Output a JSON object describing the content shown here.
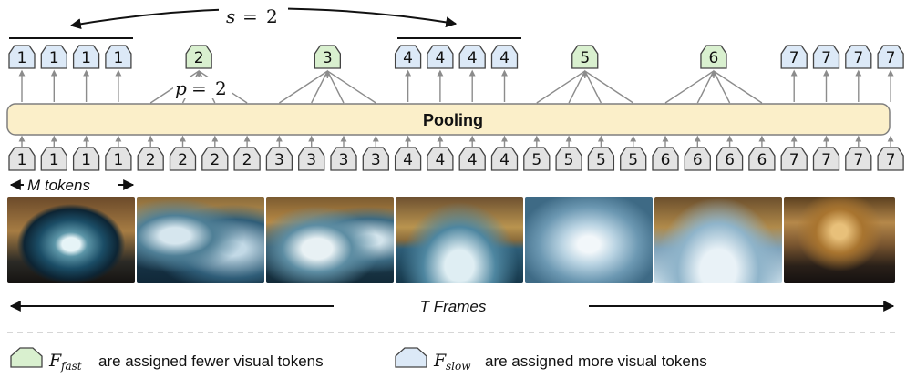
{
  "stride_label": {
    "var": "s",
    "eq": "=",
    "value": "2"
  },
  "pool_label": {
    "var": "p",
    "eq": "=",
    "value": "2"
  },
  "pooling_label": "Pooling",
  "tokens_label": "M tokens",
  "frames_label": "T Frames",
  "colors": {
    "slow_fill": "#dce9f7",
    "fast_fill": "#d9f0cf",
    "input_fill": "#e3e3e3",
    "pool_fill": "#fbefc9",
    "pool_stroke": "#7f7f7f",
    "arrow": "#8c8c8c"
  },
  "input_tokens": [
    "1",
    "1",
    "1",
    "1",
    "2",
    "2",
    "2",
    "2",
    "3",
    "3",
    "3",
    "3",
    "4",
    "4",
    "4",
    "4",
    "5",
    "5",
    "5",
    "5",
    "6",
    "6",
    "6",
    "6",
    "7",
    "7",
    "7",
    "7"
  ],
  "output_groups": [
    {
      "type": "slow",
      "labels": [
        "1",
        "1",
        "1",
        "1"
      ]
    },
    {
      "type": "fast",
      "labels": [
        "2"
      ]
    },
    {
      "type": "fast",
      "labels": [
        "3"
      ]
    },
    {
      "type": "slow",
      "labels": [
        "4",
        "4",
        "4",
        "4"
      ]
    },
    {
      "type": "fast",
      "labels": [
        "5"
      ]
    },
    {
      "type": "fast",
      "labels": [
        "6"
      ]
    },
    {
      "type": "slow",
      "labels": [
        "7",
        "7",
        "7",
        "7"
      ]
    }
  ],
  "frames": [
    {
      "icon": "wave-barrel-image"
    },
    {
      "icon": "wave-surfer-image"
    },
    {
      "icon": "wave-crash-image"
    },
    {
      "icon": "wave-flood-image"
    },
    {
      "icon": "spray-image"
    },
    {
      "icon": "receding-spray-image"
    },
    {
      "icon": "gallery-hall-image"
    }
  ],
  "legend": {
    "fast_symbol": "F",
    "fast_sub": "fast",
    "fast_text": "are assigned fewer visual tokens",
    "slow_symbol": "F",
    "slow_sub": "slow",
    "slow_text": "are assigned more visual tokens"
  }
}
